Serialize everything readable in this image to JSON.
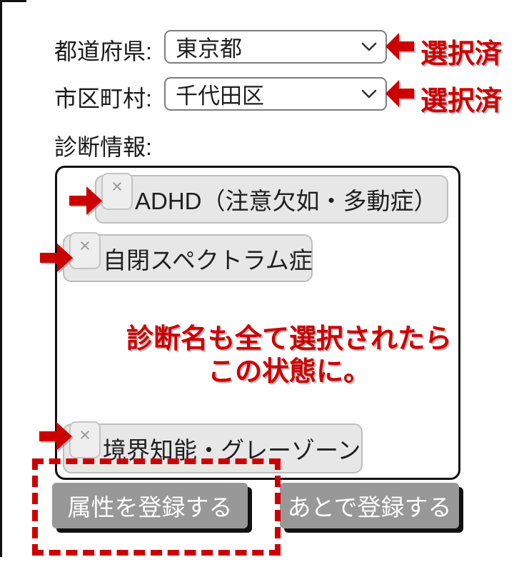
{
  "colors": {
    "accent_red": "#cc0000",
    "chip_bg": "#e7e7e7",
    "chip_border": "#bdbdbd",
    "button_bg": "#989898",
    "button_shadow": "#111111"
  },
  "form": {
    "prefecture": {
      "label": "都道府県:",
      "value": "東京都",
      "status": "選択済"
    },
    "city": {
      "label": "市区町村:",
      "value": "千代田区",
      "status": "選択済"
    },
    "diagnosis_label": "診断情報:"
  },
  "chips": [
    {
      "label": "ADHD（注意欠如・多動症）",
      "remove_label": "×"
    },
    {
      "label": "自閉スペクトラム症",
      "remove_label": "×"
    },
    {
      "label": "境界知能・グレーゾーン",
      "remove_label": "×"
    }
  ],
  "note": {
    "line1": "診断名も全て選択されたら",
    "line2": "この状態に。"
  },
  "buttons": {
    "register": "属性を登録する",
    "later": "あとで登録する"
  }
}
